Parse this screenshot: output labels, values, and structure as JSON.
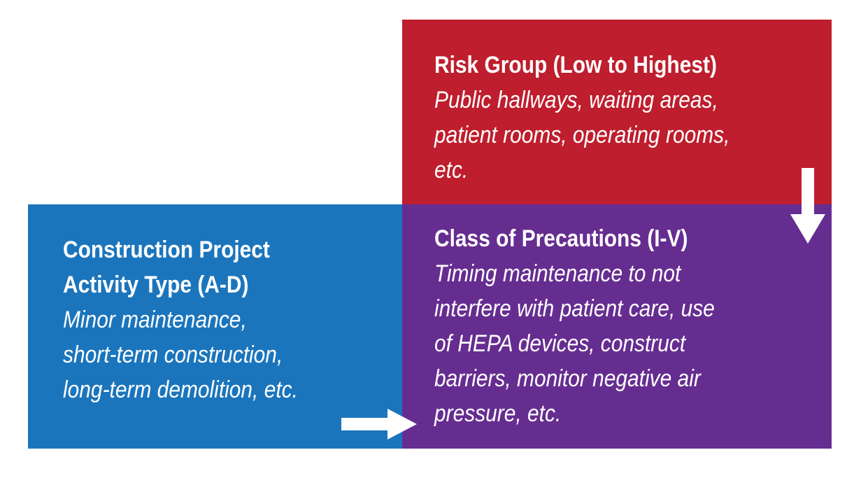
{
  "colors": {
    "risk_group": "#BE1E2D",
    "precautions": "#662D91",
    "activity_type": "#1B75BC",
    "arrow": "#FFFFFF"
  },
  "risk_group": {
    "title": "Risk Group (Low to Highest)",
    "lines": [
      "Public hallways, waiting areas,",
      "patient rooms, operating rooms,",
      "etc."
    ]
  },
  "precautions": {
    "title": "Class of Precautions (I-V)",
    "lines": [
      "Timing maintenance to not",
      "interfere with patient care, use",
      "of HEPA devices, construct",
      "barriers, monitor negative air",
      "pressure, etc."
    ]
  },
  "activity_type": {
    "title_lines": [
      "Construction Project",
      "Activity Type (A-D)"
    ],
    "lines": [
      "Minor maintenance,",
      "short-term construction,",
      "long-term demolition, etc."
    ]
  },
  "arrows": [
    {
      "icon": "arrow-down-icon",
      "from": "risk_group",
      "to": "precautions"
    },
    {
      "icon": "arrow-right-icon",
      "from": "activity_type",
      "to": "precautions"
    }
  ]
}
